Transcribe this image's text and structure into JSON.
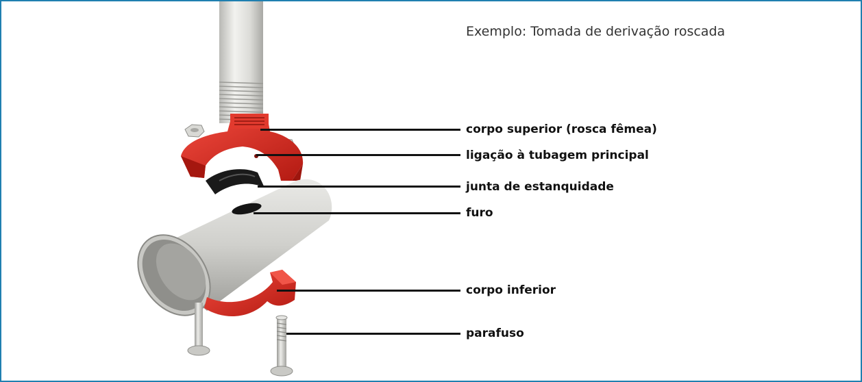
{
  "caption": "Exemplo: Tomada de derivação roscada",
  "labels": {
    "upper_body": "corpo superior (rosca fêmea)",
    "main_pipe_connection": "ligação à tubagem principal",
    "seal": "junta de estanquidade",
    "hole": "furo",
    "lower_body": "corpo inferior",
    "bolt": "parafuso"
  },
  "colors": {
    "border": "#1f7fb0",
    "fitting_red": "#d8281f",
    "pipe_grey": "#cfcfcb",
    "seal_black": "#1a1a1a"
  }
}
